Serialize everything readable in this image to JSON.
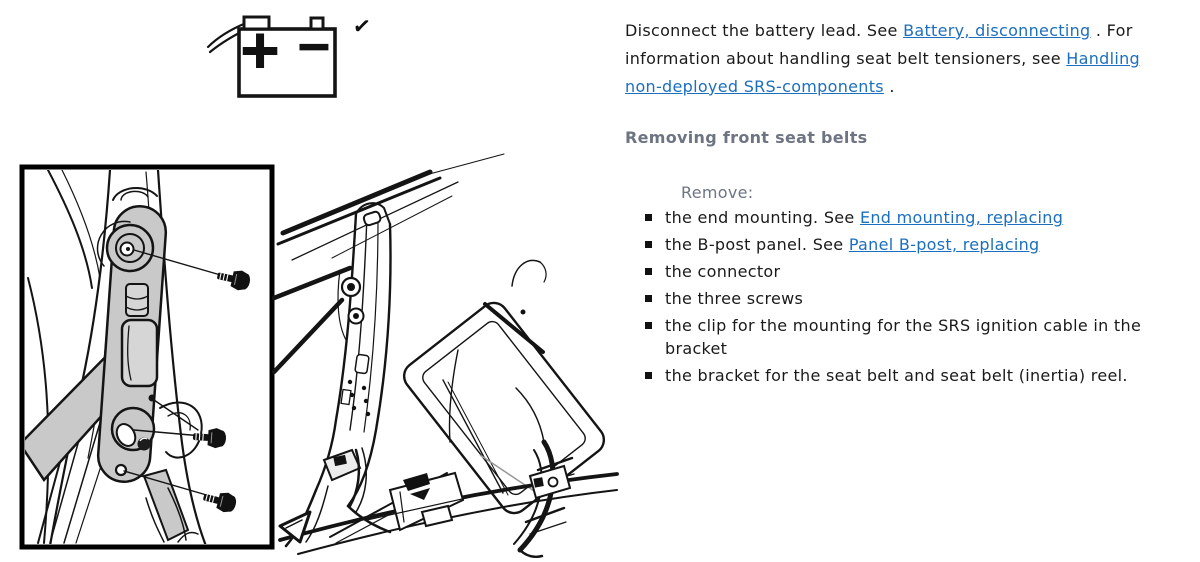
{
  "colors": {
    "background": "#ffffff",
    "text": "#1a1a1a",
    "muted_heading": "#6d7482",
    "link": "#1c6fbe",
    "figure_gray": "#c9c9c9"
  },
  "intro": {
    "text1": "Disconnect the battery lead. See ",
    "link1": "Battery, disconnecting",
    "text2": " . For information about handling seat belt tensioners, see ",
    "link2": "Handling non-deployed SRS-components",
    "text3": " ."
  },
  "section_heading": "Removing front seat belts",
  "procedure": {
    "lead": "Remove:",
    "items": [
      {
        "text": "the end mounting. See ",
        "link": "End mounting, replacing"
      },
      {
        "text": "the B-post panel. See ",
        "link": "Panel B-post, replacing"
      },
      {
        "text": "the connector"
      },
      {
        "text": "the three screws"
      },
      {
        "text": "the clip for the mounting for the SRS ignition cable in the bracket"
      },
      {
        "text": "the bracket for the seat belt and seat belt (inertia) reel."
      }
    ]
  },
  "figures": {
    "battery": {
      "plus": "+",
      "minus": "−",
      "check": "✓"
    }
  }
}
